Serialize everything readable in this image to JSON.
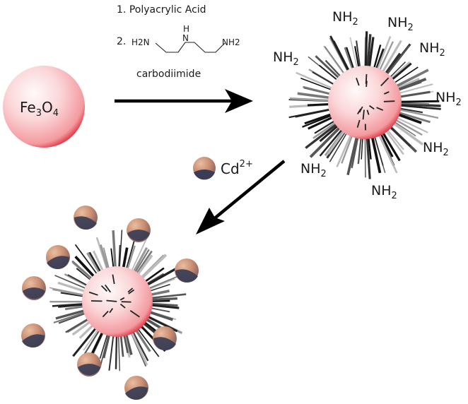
{
  "reaction": {
    "step1_number": "1.",
    "step1_reagent": "Polyacrylic Acid",
    "step2_number": "2.",
    "step2_amine_left": "H2N",
    "step2_amine_center": "H",
    "step2_amine_center_n": "N",
    "step2_amine_right": "NH2",
    "coupling_agent": "carbodiimide"
  },
  "particles": {
    "core_base": "Fe",
    "core_sub1": "3",
    "core_mid": "O",
    "core_sub2": "4",
    "amine_base": "NH",
    "amine_sub": "2",
    "ion_base": "Cd",
    "ion_charge": "2+"
  },
  "colors": {
    "core_light": "#fff6f6",
    "core_mid": "#f8c3c7",
    "core_edge": "#e01e2e",
    "ion_light": "#d9a07c",
    "ion_dark": "#3a3d55",
    "arrow": "#000000"
  }
}
